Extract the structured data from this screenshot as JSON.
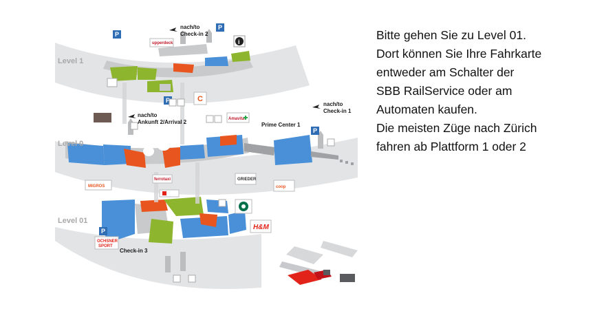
{
  "levels": {
    "level1": "Level 1",
    "level0": "Level 0",
    "level01": "Level 01"
  },
  "labels": {
    "checkin2_line1": "nach/to",
    "checkin2_line2": "Check-in 2",
    "arrival_line1": "nach/to",
    "arrival_line2": "Ankunft 2/Arrival 2",
    "checkin1_line1": "nach/to",
    "checkin1_line2": "Check-in 1",
    "prime_center": "Prime Center 1",
    "checkin3": "Check-in 3"
  },
  "brands": {
    "upperdeck": "upperdeck",
    "migros": "MIGROS",
    "coop": "coop",
    "hm": "H&M",
    "ochsner_line1": "OCHSNER",
    "ochsner_line2": "SPORT",
    "grieder": "GRIEDER",
    "amavita": "Amavita",
    "ferrotaxi": "ferrotaxi"
  },
  "instructions": [
    "Bitte gehen Sie zu Level 01.",
    "Dort können Sie Ihre Fahrkarte",
    "entweder am Schalter der",
    "SBB RailService oder am",
    "Automaten kaufen.",
    "Die meisten Züge nach Zürich",
    "fahren ab Plattform 1 oder 2"
  ],
  "colors": {
    "shop_blue": "#4a90d9",
    "food_green": "#8db52e",
    "service_orange": "#e8551e",
    "rail_red": "#e2231a",
    "floor_gray": "#e3e4e6",
    "parking_blue": "#2f6db5"
  },
  "icons": [
    "parking-icon",
    "info-icon",
    "plane-icon",
    "elevator-icon",
    "starbucks-logo-icon",
    "pharmacy-cross-icon",
    "locator-3d-icon"
  ]
}
